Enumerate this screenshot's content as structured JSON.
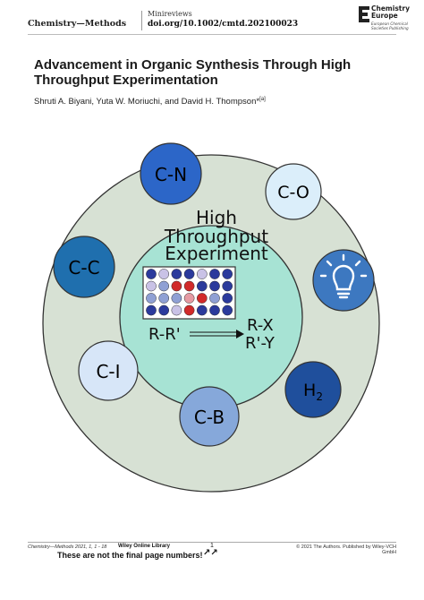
{
  "header": {
    "journal": "Chemistry—Methods",
    "section": "Minireviews",
    "doi": "doi.org/10.1002/cmtd.202100023",
    "publisher_name_line1": "Chemistry",
    "publisher_name_line2": "Europe",
    "publisher_tagline_line1": "European Chemical",
    "publisher_tagline_line2": "Societies Publishing"
  },
  "article": {
    "title_line1": "Advancement in Organic Synthesis Through High",
    "title_line2": "Throughput Experimentation",
    "authors": "Shruti A. Biyani, Yuta W. Moriuchi, and David H. Thompson*",
    "author_mark": "[a]"
  },
  "figure": {
    "center_title_line1": "High",
    "center_title_line2": "Throughput",
    "center_title_line3": "Experiment",
    "reaction_left": "R-R'",
    "reaction_right_line1": "R-X",
    "reaction_right_line2": "R'-Y",
    "h2_base": "H",
    "h2_sub": "2",
    "satellites": [
      {
        "label": "C-N",
        "fill": "#2c66c8",
        "text_color": "#000000"
      },
      {
        "label": "C-O",
        "fill": "#dbeefa",
        "text_color": "#000000"
      },
      {
        "label": "C-C",
        "fill": "#1f6fae",
        "text_color": "#000000"
      },
      {
        "label": "bulb-icon",
        "fill": "#3d78c0",
        "text_color": "#ffffff"
      },
      {
        "label": "C-I",
        "fill": "#d7e6f8",
        "text_color": "#000000"
      },
      {
        "label": "H2",
        "fill": "#1f4f9c",
        "text_color": "#000000"
      },
      {
        "label": "C-B",
        "fill": "#86a8da",
        "text_color": "#000000"
      }
    ],
    "plate_rows": [
      [
        "#2b3a9c",
        "#c9c2e6",
        "#2b3a9c",
        "#2b3a9c",
        "#c9c2e6",
        "#2b3a9c",
        "#2b3a9c"
      ],
      [
        "#c9c2e6",
        "#8fa0d4",
        "#d12a2a",
        "#d12a2a",
        "#2b3a9c",
        "#2b3a9c",
        "#2b3a9c"
      ],
      [
        "#8fa0d4",
        "#8fa0d4",
        "#8fa0d4",
        "#e59aa3",
        "#d12a2a",
        "#8fa0d4",
        "#2b3a9c"
      ],
      [
        "#2b3a9c",
        "#2b3a9c",
        "#c9c2e6",
        "#d12a2a",
        "#2b3a9c",
        "#2b3a9c",
        "#2b3a9c"
      ]
    ],
    "colors": {
      "outer_ring": "#d7e1d4",
      "inner_circle": "#a7e3d4",
      "outline": "#333333"
    }
  },
  "footer": {
    "citation": "Chemistry—Methods 2021, 1, 1 - 18",
    "library": "Wiley Online Library",
    "page": "1",
    "copyright": "© 2021 The Authors. Published by Wiley-VCH GmbH",
    "notice": "These are not the final page numbers!",
    "notice_icon": "↗↗"
  }
}
